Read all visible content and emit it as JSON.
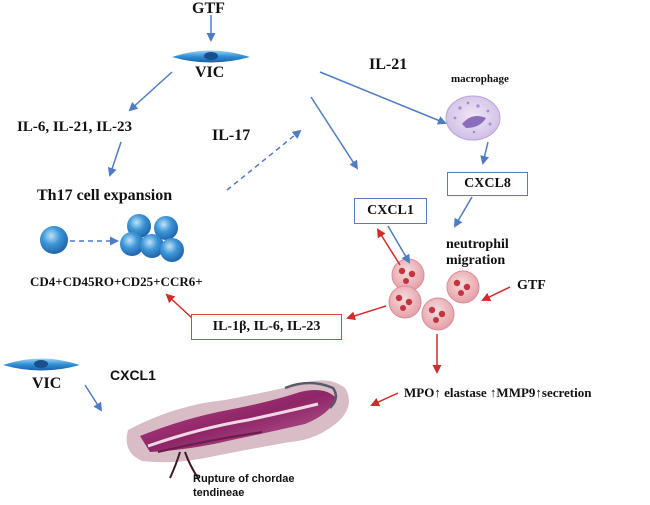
{
  "labels": {
    "gtf_top": "GTF",
    "vic_top": "VIC",
    "il21_right": "IL-21",
    "macrophage": "macrophage",
    "il_cytokines": "IL-6, IL-21, IL-23",
    "il17": "IL-17",
    "th17_expansion": "Th17 cell expansion",
    "cxcl8": "CXCL8",
    "cxcl1_box": "CXCL1",
    "neutrophil_migration": "neutrophil migration",
    "gtf_right": "GTF",
    "cd4_phenotype": "CD4+CD45RO+CD25+CCR6+",
    "il_box": "IL-1β, IL-6, IL-23",
    "vic_bottom": "VIC",
    "cxcl1_bottom": "CXCL1",
    "mpo_secretion": "MPO↑ elastase ↑MMP9↑secretion",
    "rupture": "Rupture of chordae tendineae"
  },
  "colors": {
    "blue_arrow": "#4d7cc4",
    "red_arrow": "#d42a2a",
    "cell_blue": "#2a86cf",
    "neutrophil_pink": "#e6a3a8",
    "macrophage_purple": "#c5b3dd",
    "tissue_magenta": "#a3337a"
  }
}
